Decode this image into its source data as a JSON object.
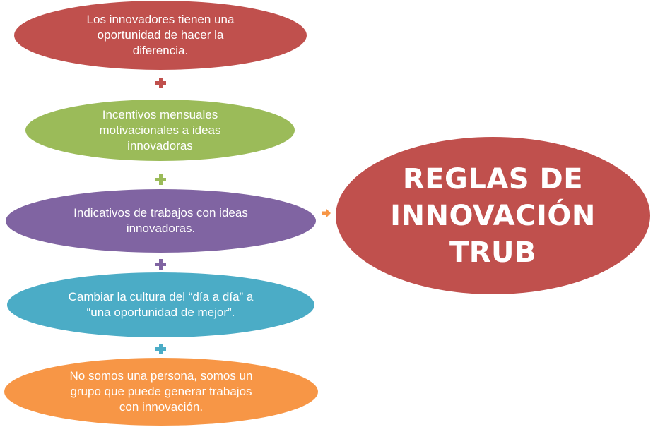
{
  "colors": {
    "red": "#c0504d",
    "green": "#9bbb59",
    "purple": "#8064a2",
    "teal": "#4bacc6",
    "orange": "#f79646"
  },
  "steps": [
    {
      "text": "Los innovadores tienen una\noportunidad de hacer la\ndiferencia.",
      "color": "#c0504d"
    },
    {
      "text": "Incentivos mensuales\nmotivacionales a ideas\ninnovadoras",
      "color": "#9bbb59"
    },
    {
      "text": "Indicativos de trabajos con ideas\ninnovadoras.",
      "color": "#8064a2"
    },
    {
      "text": "Cambiar la cultura del “día a día” a\n“una oportunidad de mejor”.",
      "color": "#4bacc6"
    },
    {
      "text": "No somos una persona, somos un\ngrupo que puede generar trabajos\ncon innovación.",
      "color": "#f79646"
    }
  ],
  "connectors": [
    {
      "icon": "plus-icon",
      "color": "#c0504d"
    },
    {
      "icon": "plus-icon",
      "color": "#9bbb59"
    },
    {
      "icon": "plus-icon",
      "color": "#8064a2"
    },
    {
      "icon": "plus-icon",
      "color": "#4bacc6"
    }
  ],
  "arrow": {
    "icon": "arrow-right-icon",
    "color": "#f79646"
  },
  "result": {
    "title": "REGLAS DE\nINNOVACIÓN\nTRUB",
    "color": "#c0504d"
  }
}
